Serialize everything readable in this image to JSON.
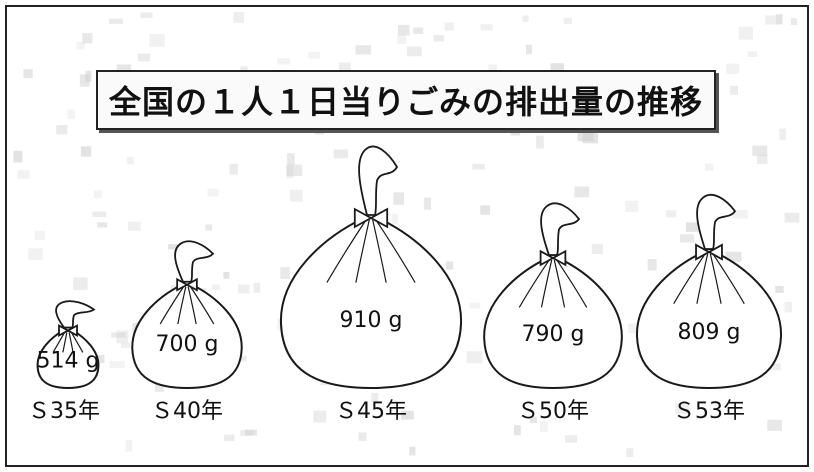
{
  "chart_data": {
    "type": "bar",
    "title": "全国の１人１日当りごみの排出量の推移",
    "categories": [
      "Ｓ35年",
      "Ｓ40年",
      "Ｓ45年",
      "Ｓ50年",
      "Ｓ53年"
    ],
    "values": [
      514,
      700,
      910,
      790,
      809
    ],
    "value_labels": [
      "514 g",
      "700 g",
      "910 g",
      "790 g",
      "809 g"
    ],
    "colors": {
      "ink": "#1a1a1a",
      "paper": "#ffffff"
    }
  }
}
